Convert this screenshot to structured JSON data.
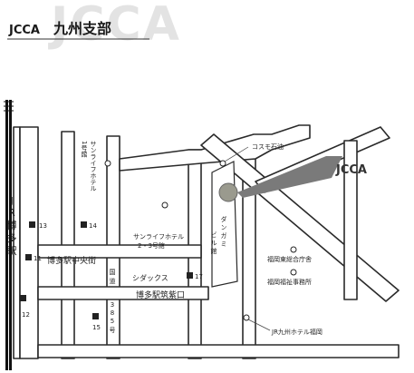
{
  "header": {
    "watermark": "JCCA",
    "org": "JCCA",
    "branch": "九州支部"
  },
  "map": {
    "destination_badge": "JCCA",
    "labels": {
      "station": [
        "J",
        "R",
        "博",
        "多",
        "駅"
      ],
      "hotel_sunlife_1_lines": [
        "サンライフホテル",
        "1号館"
      ],
      "hotel_sunlife_23_lines": [
        "サンライフホテル",
        "2・3号館"
      ],
      "cosmo": "コスモ石油",
      "daiwa_col1": [
        "ダ",
        "ン",
        "ガ",
        "ミ"
      ],
      "daiwa_col2": [
        "ビ",
        "ル",
        "館"
      ],
      "fukuoka_tosho": "福岡東総合庁舎",
      "fukuoka_fukushi": "福岡福祉事務所",
      "central_street": "博多駅中央街",
      "sindax": "シダックス",
      "chikushi_exit": "博多駅筑紫口",
      "route_vertical": [
        "国",
        "道",
        "3",
        "8",
        "5",
        "号"
      ],
      "jr_hotel": "JR九州ホテル福岡"
    },
    "exits": [
      "13",
      "14",
      "11",
      "12",
      "15",
      "17"
    ]
  }
}
